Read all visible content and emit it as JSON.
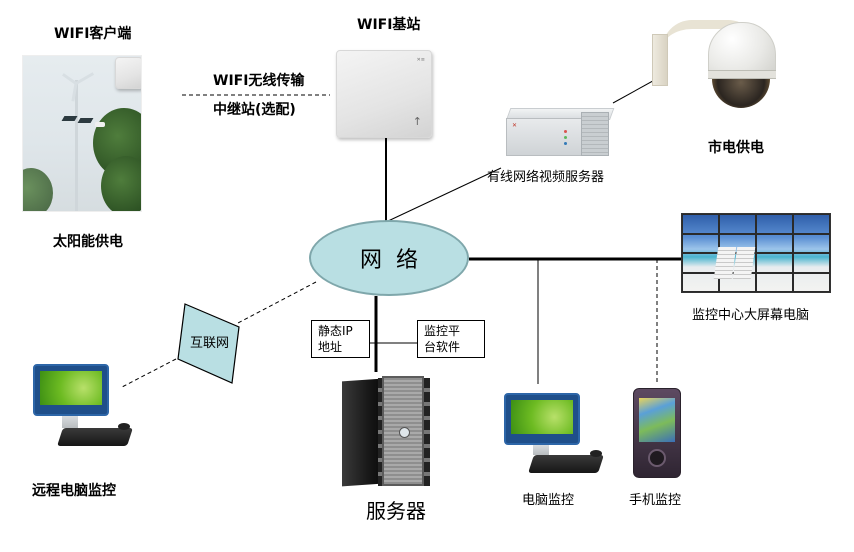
{
  "diagram": {
    "type": "network-topology",
    "nodes": {
      "wifi_client": {
        "title": "WIFI客户端",
        "caption": "太阳能供电"
      },
      "wifi_relay": {
        "label_top": "WIFI无线传输",
        "label_bottom": "中继站(选配)"
      },
      "wifi_base": {
        "title": "WIFI基站"
      },
      "video_server": {
        "caption": "有线网络视频服务器"
      },
      "camera": {
        "caption": "市电供电"
      },
      "network": {
        "label": "网络"
      },
      "video_wall": {
        "caption": "监控中心大屏幕电脑"
      },
      "internet": {
        "label": "互联网"
      },
      "static_ip": {
        "line1": "静态IP",
        "line2": "地址"
      },
      "platform_software": {
        "line1": "监控平",
        "line2": "台软件"
      },
      "server": {
        "caption": "服务器"
      },
      "remote_pc": {
        "caption": "远程电脑监控"
      },
      "pc_monitor": {
        "caption": "电脑监控"
      },
      "mobile_monitor": {
        "caption": "手机监控"
      }
    },
    "connections": [
      {
        "from": "wifi_client",
        "to": "wifi_base",
        "style": "dashed"
      },
      {
        "from": "wifi_base",
        "to": "network",
        "style": "solid"
      },
      {
        "from": "video_server",
        "to": "network",
        "style": "solid"
      },
      {
        "from": "camera",
        "to": "video_server",
        "style": "solid"
      },
      {
        "from": "network",
        "to": "video_wall",
        "style": "solid"
      },
      {
        "from": "network",
        "to": "pc_monitor",
        "style": "solid"
      },
      {
        "from": "network",
        "to": "mobile_monitor",
        "style": "dashed"
      },
      {
        "from": "network",
        "to": "server",
        "style": "solid"
      },
      {
        "from": "network",
        "to": "internet",
        "style": "dashed"
      },
      {
        "from": "internet",
        "to": "remote_pc",
        "style": "dashed"
      }
    ],
    "colors": {
      "network_fill": "#b9dfe3",
      "network_stroke": "#7fa7ab",
      "internet_fill": "#b9dfe3",
      "line": "#000000"
    }
  }
}
